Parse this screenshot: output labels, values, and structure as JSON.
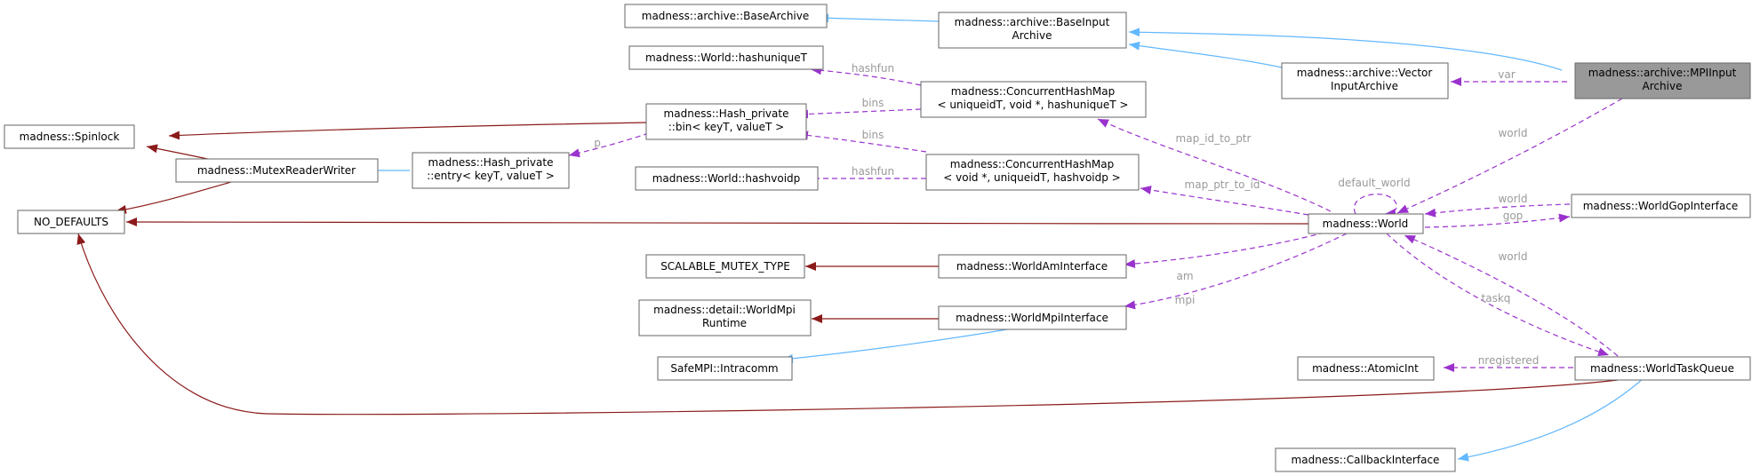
{
  "nodes": {
    "mpi_input_archive": [
      "madness::archive::MPIInput",
      "Archive"
    ],
    "base_archive": [
      "madness::archive::BaseArchive"
    ],
    "base_input_archive": [
      "madness::archive::BaseInput",
      "Archive"
    ],
    "vector_input_archive": [
      "madness::archive::Vector",
      "InputArchive"
    ],
    "hashuniquet": [
      "madness::World::hashuniqueT"
    ],
    "chm_uniqueid": [
      "madness::ConcurrentHashMap",
      "< uniqueidT, void *, hashuniqueT >"
    ],
    "spinlock": [
      "madness::Spinlock"
    ],
    "hash_bin": [
      "madness::Hash_private",
      "::bin< keyT, valueT >"
    ],
    "mutex_rw": [
      "madness::MutexReaderWriter"
    ],
    "hash_entry": [
      "madness::Hash_private",
      "::entry< keyT, valueT >"
    ],
    "hashvoidp": [
      "madness::World::hashvoidp"
    ],
    "chm_voidp": [
      "madness::ConcurrentHashMap",
      "< void *, uniqueidT, hashvoidp >"
    ],
    "no_defaults": [
      "NO_DEFAULTS"
    ],
    "world": [
      "madness::World"
    ],
    "world_gop": [
      "madness::WorldGopInterface"
    ],
    "scalable_mutex": [
      "SCALABLE_MUTEX_TYPE"
    ],
    "world_am": [
      "madness::WorldAmInterface"
    ],
    "world_mpi_runtime": [
      "madness::detail::WorldMpi",
      "Runtime"
    ],
    "world_mpi": [
      "madness::WorldMpiInterface"
    ],
    "intracomm": [
      "SafeMPI::Intracomm"
    ],
    "atomic_int": [
      "madness::AtomicInt"
    ],
    "task_queue": [
      "madness::WorldTaskQueue"
    ],
    "callback": [
      "madness::CallbackInterface"
    ]
  },
  "edge_labels": {
    "var": "var",
    "hashfun_uniqueid": "hashfun",
    "bins_uniqueid": "bins",
    "bins_voidp": "bins",
    "p": "p",
    "hashfun_voidp": "hashfun",
    "map_id_to_ptr": "map_id_to_ptr",
    "map_ptr_to_id": "map_ptr_to_id",
    "world_mpiarchive": "world",
    "default_world": "default_world",
    "world_gop": "world",
    "gop": "gop",
    "am": "am",
    "mpi": "mpi",
    "world_taskq": "world",
    "taskq": "taskq",
    "nregistered": "nregistered"
  },
  "colors": {
    "inheritance": "#63b8ff",
    "private_inheritance": "#8b1a1a",
    "usage": "#9a32cd",
    "highlight_fill": "#999999"
  }
}
